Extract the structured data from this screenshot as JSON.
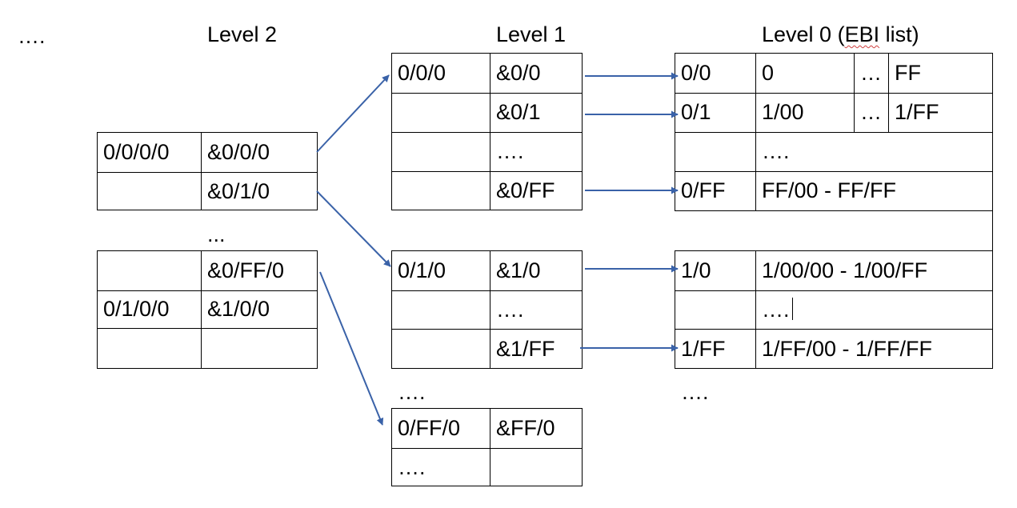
{
  "top_left_ellipsis": "….",
  "headers": {
    "level2": "Level 2",
    "level1_prefix": "Level 1",
    "level0_prefix": "Level 0 (",
    "level0_wavy": "EBI",
    "level0_suffix": " list)"
  },
  "level2": {
    "rows": [
      [
        "0/0/0/0",
        "&0/0/0"
      ],
      [
        "",
        "&0/1/0"
      ],
      [
        "",
        "&0/FF/0"
      ],
      [
        "0/1/0/0",
        "&1/0/0"
      ],
      [
        "",
        ""
      ]
    ],
    "gap_label": "..."
  },
  "level1": {
    "group_a": [
      [
        "0/0/0",
        "&0/0"
      ],
      [
        "",
        "&0/1"
      ],
      [
        "",
        "…."
      ],
      [
        "",
        "&0/FF"
      ]
    ],
    "group_b": [
      [
        "0/1/0",
        "&1/0"
      ],
      [
        "",
        "…."
      ],
      [
        "",
        "&1/FF"
      ]
    ],
    "between_label": "….",
    "group_c": [
      [
        "0/FF/0",
        "&FF/0"
      ],
      [
        "….",
        ""
      ]
    ]
  },
  "level0": {
    "row1": {
      "c1": "0/0",
      "c2": "0",
      "c3": "…",
      "c4": "FF"
    },
    "row2": {
      "c1": "0/1",
      "c2": "1/00",
      "c3": "…",
      "c4": "1/FF"
    },
    "row3": {
      "c1": "",
      "c2": "…."
    },
    "row4": {
      "c1": "0/FF",
      "c2": "FF/00 - FF/FF"
    },
    "row5": {
      "c1": "1/0",
      "c2": "1/00/00 - 1/00/FF"
    },
    "row6": {
      "c1": "",
      "c2": "…."
    },
    "row7": {
      "c1": "1/FF",
      "c2": "1/FF/00 - 1/FF/FF"
    },
    "bottom_label": "…."
  },
  "colors": {
    "arrow": "#3a62a8",
    "lines": "#000000",
    "wavy_underline": "#d04040"
  }
}
